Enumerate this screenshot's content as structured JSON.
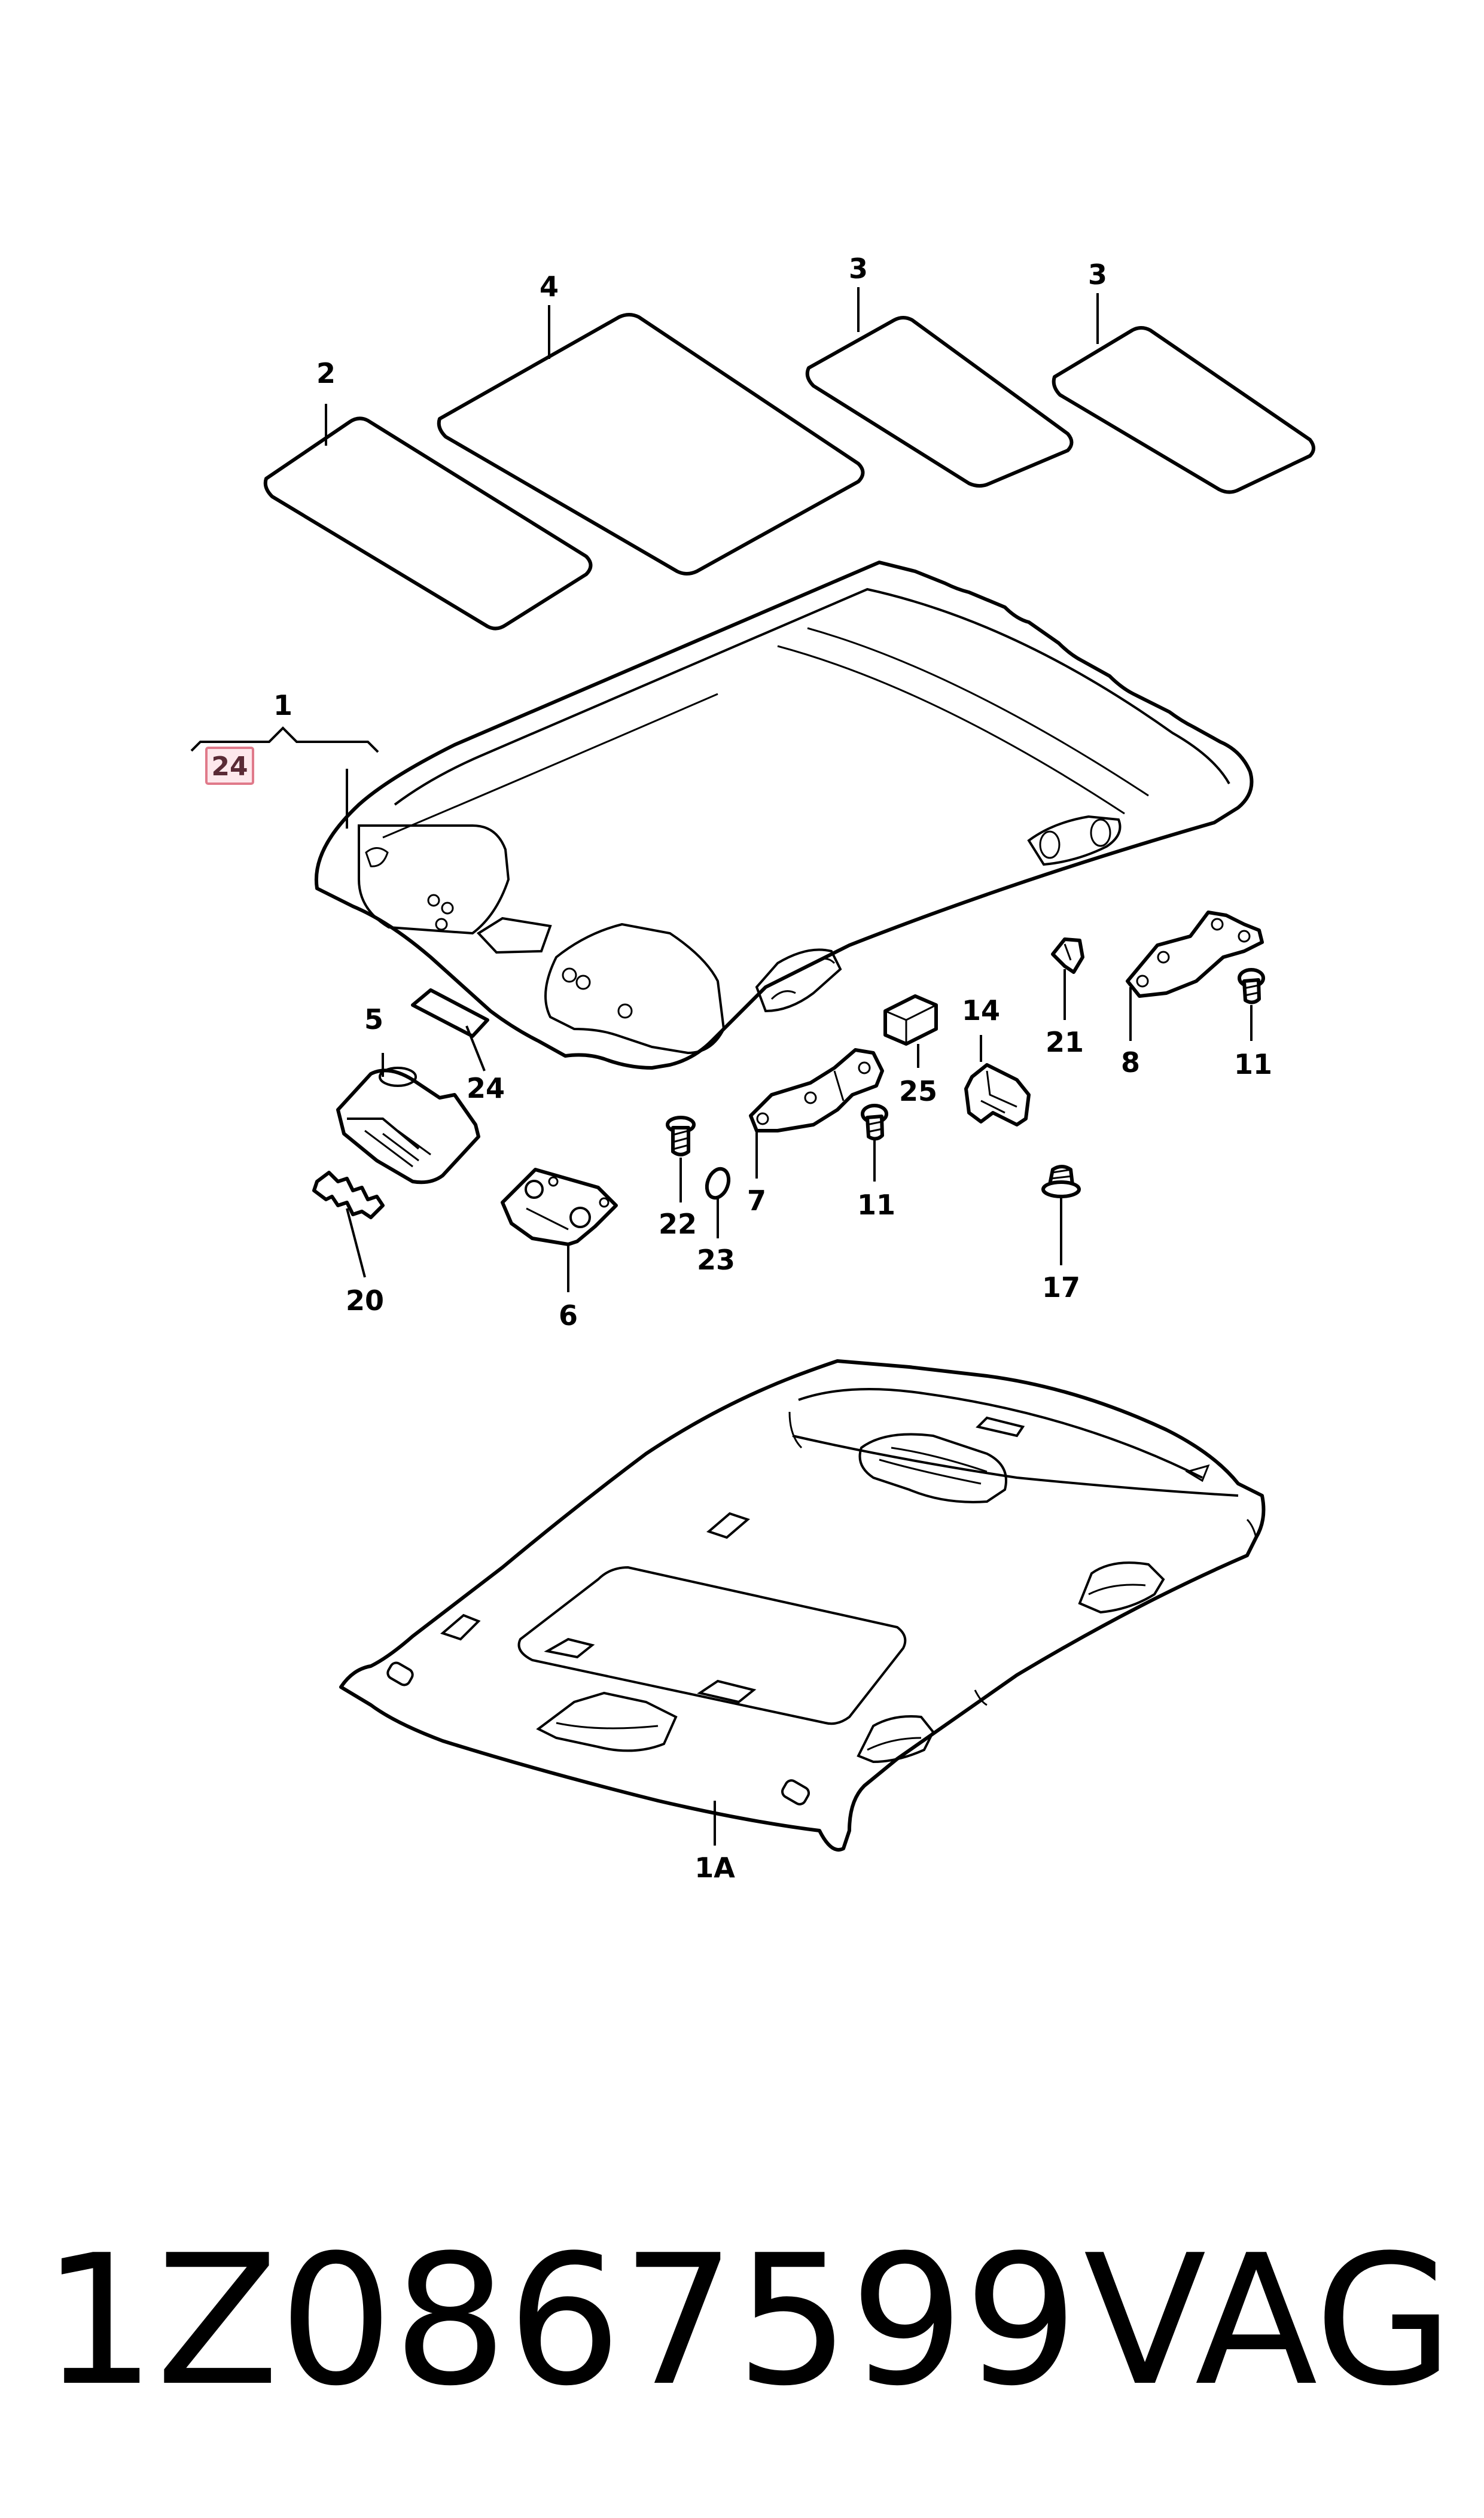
{
  "callouts": {
    "c1": "1",
    "c1a": "1A",
    "c2": "2",
    "c3a": "3",
    "c3b": "3",
    "c4": "4",
    "c5": "5",
    "c6": "6",
    "c7": "7",
    "c8": "8",
    "c11a": "11",
    "c11b": "11",
    "c14": "14",
    "c17": "17",
    "c20": "20",
    "c21": "21",
    "c22": "22",
    "c23": "23",
    "c24": "24",
    "c24_highlight": "24",
    "c25": "25"
  },
  "highlight_color": "#e07a8a",
  "footer": {
    "part_number": "1Z0867599",
    "brand": "VAG"
  }
}
